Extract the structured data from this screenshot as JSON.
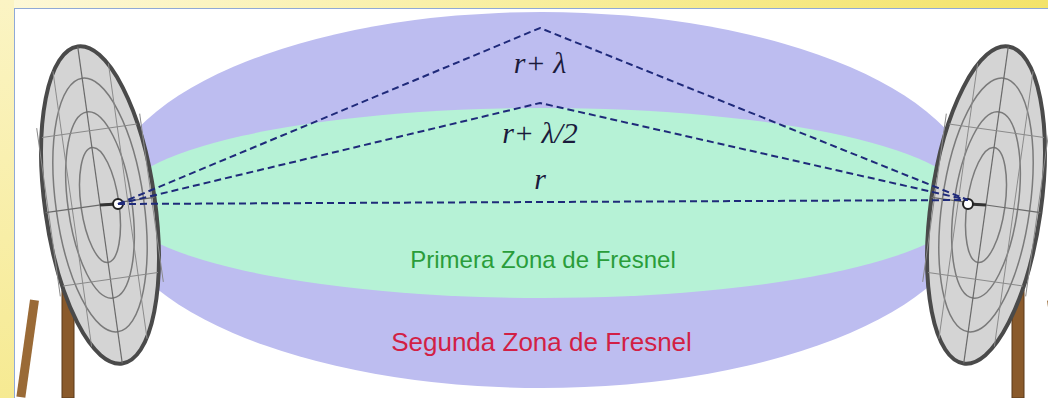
{
  "diagram": {
    "nodes": [
      {
        "text": [
          "Segunda Zona de Fresnel"
        ]
      },
      {
        "text": [
          "Primera Zona de Fresnel"
        ],
        "in": 0
      }
    ],
    "labels": [
      "r+ λ",
      "r+ λ/2",
      "r"
    ]
  }
}
